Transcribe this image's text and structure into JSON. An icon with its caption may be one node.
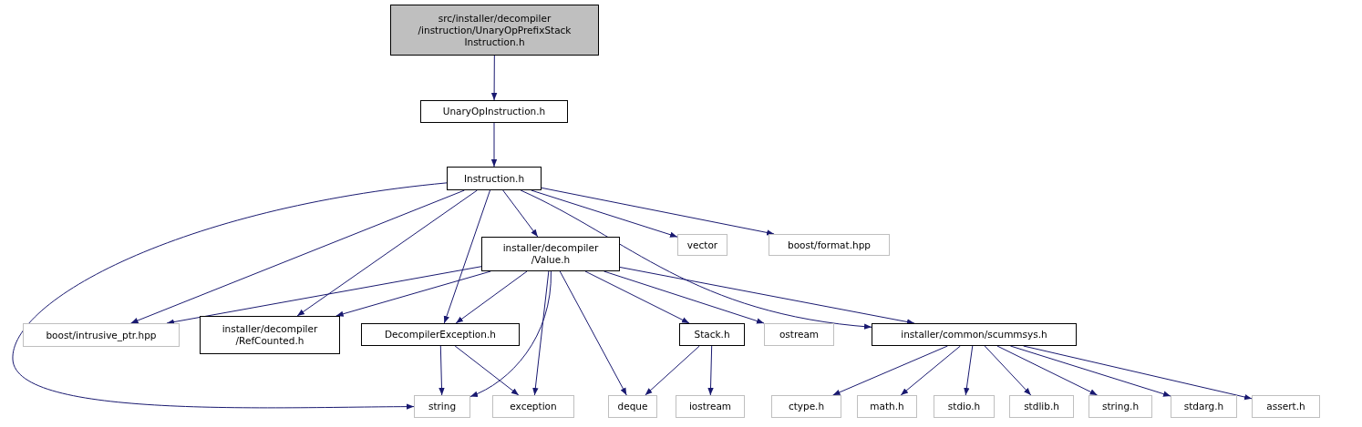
{
  "diagram": {
    "nodes": [
      {
        "text": [
          "src/installer/decompiler /instruction/UnaryOpPrefixStack Instruction.h"
        ]
      },
      {
        "text": [
          "UnaryOpInstruction.h"
        ]
      },
      {
        "text": [
          "Instruction.h"
        ]
      },
      {
        "text": [
          "installer/decompiler /Value.h"
        ]
      },
      {
        "text": [
          "vector"
        ]
      },
      {
        "text": [
          "boost/format.hpp"
        ]
      },
      {
        "text": [
          "boost/intrusive_ptr.hpp"
        ]
      },
      {
        "text": [
          "installer/decompiler /RefCounted.h"
        ]
      },
      {
        "text": [
          "DecompilerException.h"
        ]
      },
      {
        "text": [
          "Stack.h"
        ]
      },
      {
        "text": [
          "ostream"
        ]
      },
      {
        "text": [
          "installer/common/scummsys.h"
        ]
      },
      {
        "text": [
          "string"
        ]
      },
      {
        "text": [
          "exception"
        ]
      },
      {
        "text": [
          "deque"
        ]
      },
      {
        "text": [
          "iostream"
        ]
      },
      {
        "text": [
          "ctype.h"
        ]
      },
      {
        "text": [
          "math.h"
        ]
      },
      {
        "text": [
          "stdio.h"
        ]
      },
      {
        "text": [
          "stdlib.h"
        ]
      },
      {
        "text": [
          "string.h"
        ]
      },
      {
        "text": [
          "stdarg.h"
        ]
      },
      {
        "text": [
          "assert.h"
        ]
      }
    ],
    "edges": [
      {
        "from": 0,
        "to": 1,
        "arrow": "to"
      },
      {
        "from": 1,
        "to": 2,
        "arrow": "to"
      },
      {
        "from": 2,
        "to": 6,
        "arrow": "to"
      },
      {
        "from": 2,
        "to": 7,
        "arrow": "to"
      },
      {
        "from": 2,
        "to": 8,
        "arrow": "to"
      },
      {
        "from": 2,
        "to": 3,
        "arrow": "to"
      },
      {
        "from": 2,
        "to": 4,
        "arrow": "to"
      },
      {
        "from": 2,
        "to": 5,
        "arrow": "to"
      },
      {
        "from": 2,
        "to": 11,
        "arrow": "to"
      },
      {
        "from": 2,
        "to": 12,
        "arrow": "to"
      },
      {
        "from": 3,
        "to": 6,
        "arrow": "to"
      },
      {
        "from": 3,
        "to": 7,
        "arrow": "to"
      },
      {
        "from": 3,
        "to": 8,
        "arrow": "to"
      },
      {
        "from": 3,
        "to": 12,
        "arrow": "to"
      },
      {
        "from": 3,
        "to": 13,
        "arrow": "to"
      },
      {
        "from": 3,
        "to": 14,
        "arrow": "to"
      },
      {
        "from": 3,
        "to": 9,
        "arrow": "to"
      },
      {
        "from": 3,
        "to": 10,
        "arrow": "to"
      },
      {
        "from": 3,
        "to": 11,
        "arrow": "to"
      },
      {
        "from": 8,
        "to": 12,
        "arrow": "to"
      },
      {
        "from": 8,
        "to": 13,
        "arrow": "to"
      },
      {
        "from": 9,
        "to": 14,
        "arrow": "to"
      },
      {
        "from": 9,
        "to": 15,
        "arrow": "to"
      },
      {
        "from": 11,
        "to": 16,
        "arrow": "to"
      },
      {
        "from": 11,
        "to": 17,
        "arrow": "to"
      },
      {
        "from": 11,
        "to": 18,
        "arrow": "to"
      },
      {
        "from": 11,
        "to": 19,
        "arrow": "to"
      },
      {
        "from": 11,
        "to": 20,
        "arrow": "to"
      },
      {
        "from": 11,
        "to": 21,
        "arrow": "to"
      },
      {
        "from": 11,
        "to": 22,
        "arrow": "to"
      }
    ]
  }
}
